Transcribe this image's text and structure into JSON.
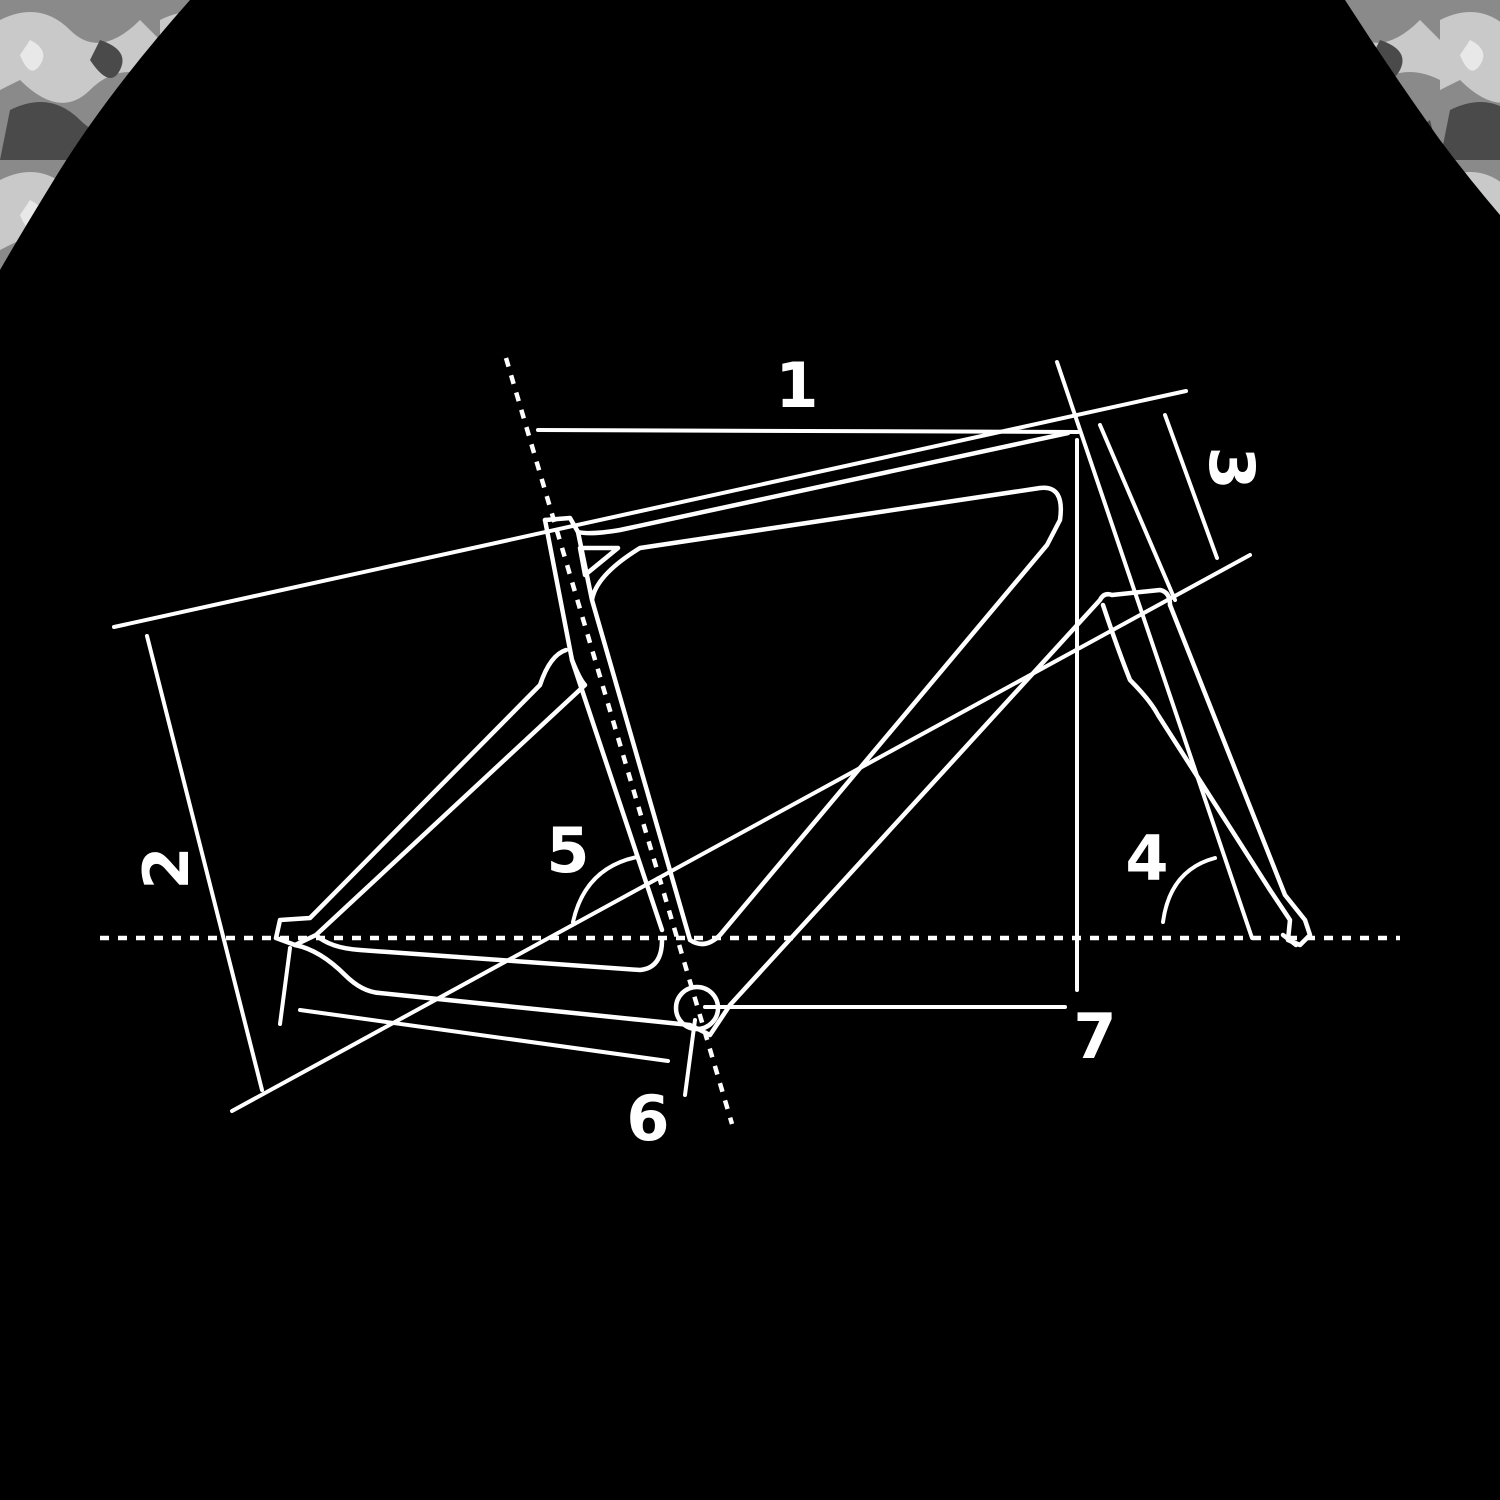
{
  "colors": {
    "background": "#000000",
    "line": "#ffffff",
    "camo_light": "#c9c9c9",
    "camo_mid": "#8a8a8a",
    "camo_dark": "#4a4a4a"
  },
  "labels": {
    "top_tube_length": "1",
    "stack": "2",
    "head_tube_length": "3",
    "head_tube_angle": "4",
    "seat_tube_angle": "5",
    "bb_drop": "6",
    "reach": "7"
  }
}
